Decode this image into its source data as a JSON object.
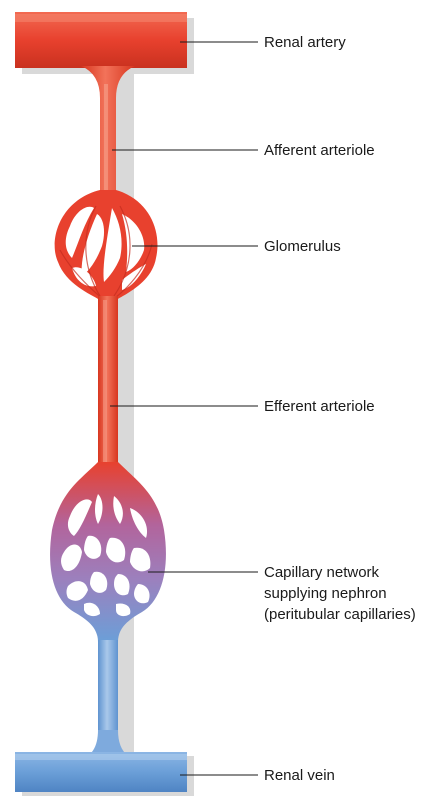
{
  "labels": {
    "renal_artery": "Renal artery",
    "afferent_arteriole": "Afferent arteriole",
    "glomerulus": "Glomerulus",
    "efferent_arteriole": "Efferent arteriole",
    "capillary_line1": "Capillary network",
    "capillary_line2": "supplying nephron",
    "capillary_line3": "(peritubular capillaries)",
    "renal_vein": "Renal vein"
  },
  "colors": {
    "artery_red": "#e8412e",
    "artery_highlight": "#f47a60",
    "artery_dark": "#c42d1f",
    "capillary_purple": "#a57bb8",
    "vein_blue": "#6b9fd8",
    "vein_light": "#a9c8ea",
    "vein_dark": "#4a7dbd",
    "shadow": "#d6d6d6"
  }
}
